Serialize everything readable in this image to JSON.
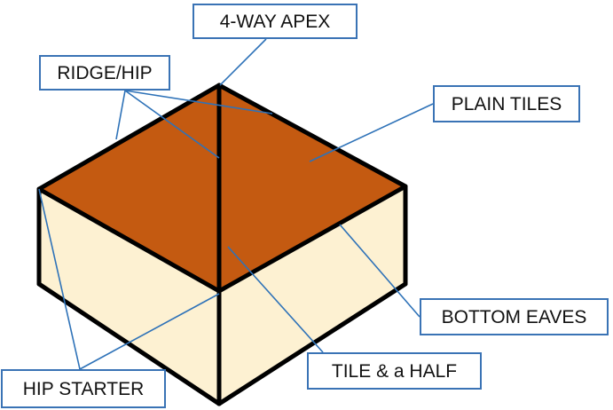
{
  "labels": {
    "apex": "4-WAY APEX",
    "ridge_hip": "RIDGE/HIP",
    "plain_tiles": "PLAIN TILES",
    "bottom_eaves": "BOTTOM EAVES",
    "tile_and_half": "TILE & a HALF",
    "hip_starter": "HIP STARTER"
  },
  "colors": {
    "roof": "#c45a11",
    "walls": "#fdf1d2",
    "outline": "#000000",
    "leader": "#2e72b8",
    "label_border": "#3a73b5"
  }
}
